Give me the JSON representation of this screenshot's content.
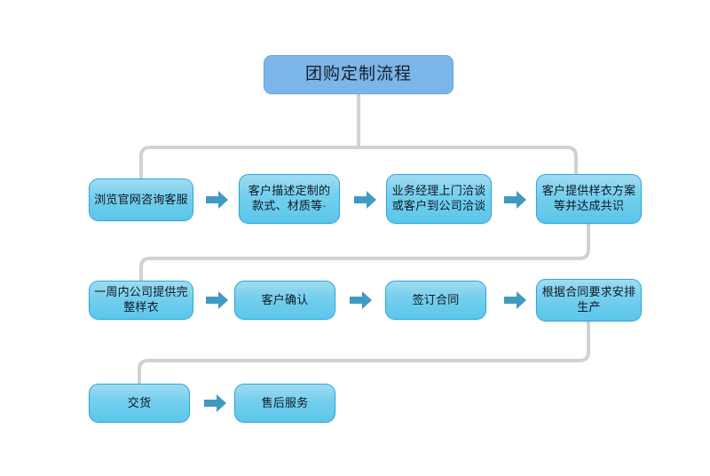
{
  "diagram": {
    "title": "团购定制流程",
    "colors": {
      "title_fill": "#7cb5e8",
      "node_fill_top": "#9fdcf2",
      "node_fill_bottom": "#5bc6ea",
      "node_border": "#2aa8d8",
      "connector": "#d2d2d2",
      "arrow": "#3f9bbf",
      "background": "#ffffff"
    },
    "rows": [
      {
        "name": "row-1",
        "steps": [
          {
            "id": "r1c1",
            "label": "浏览官网咨询客服"
          },
          {
            "id": "r1c2",
            "label": "客户描述定制的\n款式、材质等·"
          },
          {
            "id": "r1c3",
            "label": "业务经理上门洽谈\n或客户到公司洽谈"
          },
          {
            "id": "r1c4",
            "label": "客户提供样衣方案\n等并达成共识"
          }
        ]
      },
      {
        "name": "row-2",
        "steps": [
          {
            "id": "r2c1",
            "label": "一周内公司提供完\n整样衣"
          },
          {
            "id": "r2c2",
            "label": "客户确认"
          },
          {
            "id": "r2c3",
            "label": "签订合同"
          },
          {
            "id": "r2c4",
            "label": "根据合同要求安排\n生产"
          }
        ]
      },
      {
        "name": "row-3",
        "steps": [
          {
            "id": "r3c1",
            "label": "交货"
          },
          {
            "id": "r3c2",
            "label": "售后服务"
          }
        ]
      }
    ],
    "arrows": [
      {
        "id": "a-r1-1",
        "name": "arrow-right-icon"
      },
      {
        "id": "a-r1-2",
        "name": "arrow-right-icon"
      },
      {
        "id": "a-r1-3",
        "name": "arrow-right-icon"
      },
      {
        "id": "a-r2-1",
        "name": "arrow-right-icon"
      },
      {
        "id": "a-r2-2",
        "name": "arrow-right-icon"
      },
      {
        "id": "a-r2-3",
        "name": "arrow-right-icon"
      },
      {
        "id": "a-r3-1",
        "name": "arrow-right-icon"
      }
    ]
  }
}
